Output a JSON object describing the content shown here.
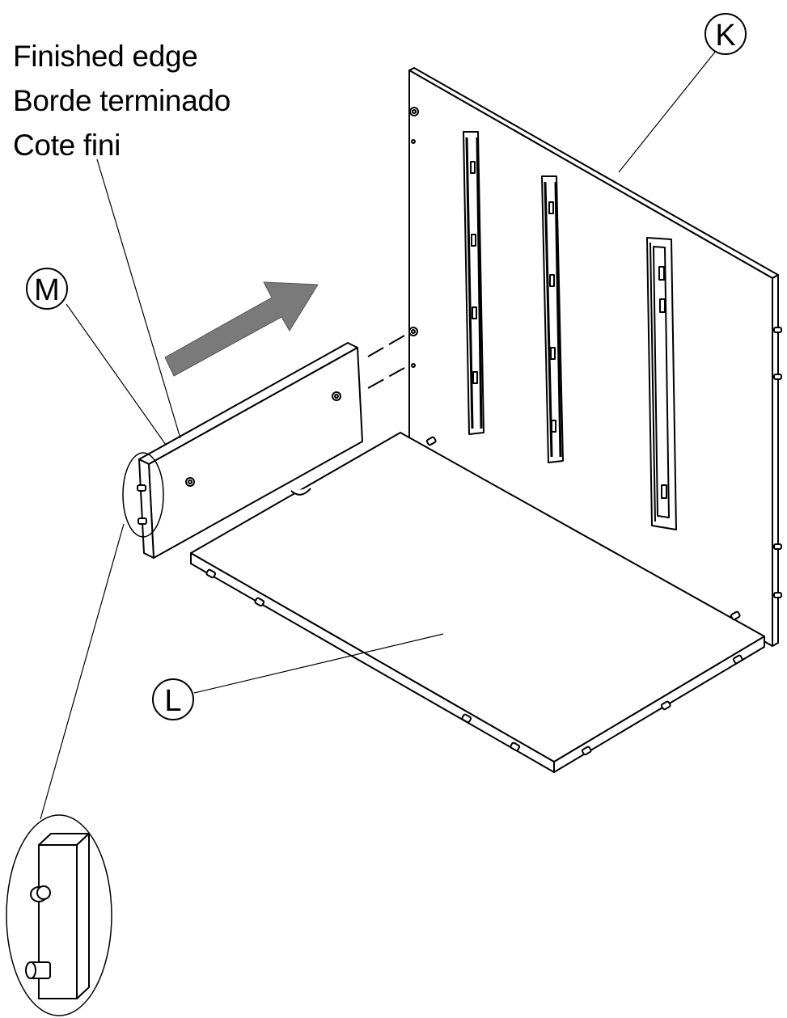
{
  "caption": {
    "line_en": "Finished edge",
    "line_es": "Borde terminado",
    "line_fr": "Cote fini"
  },
  "parts": {
    "k": "K",
    "l": "L",
    "m": "M"
  },
  "colors": {
    "ink": "#000000",
    "arrow_fill": "#7a7a7a",
    "panel_fill": "#ffffff"
  }
}
